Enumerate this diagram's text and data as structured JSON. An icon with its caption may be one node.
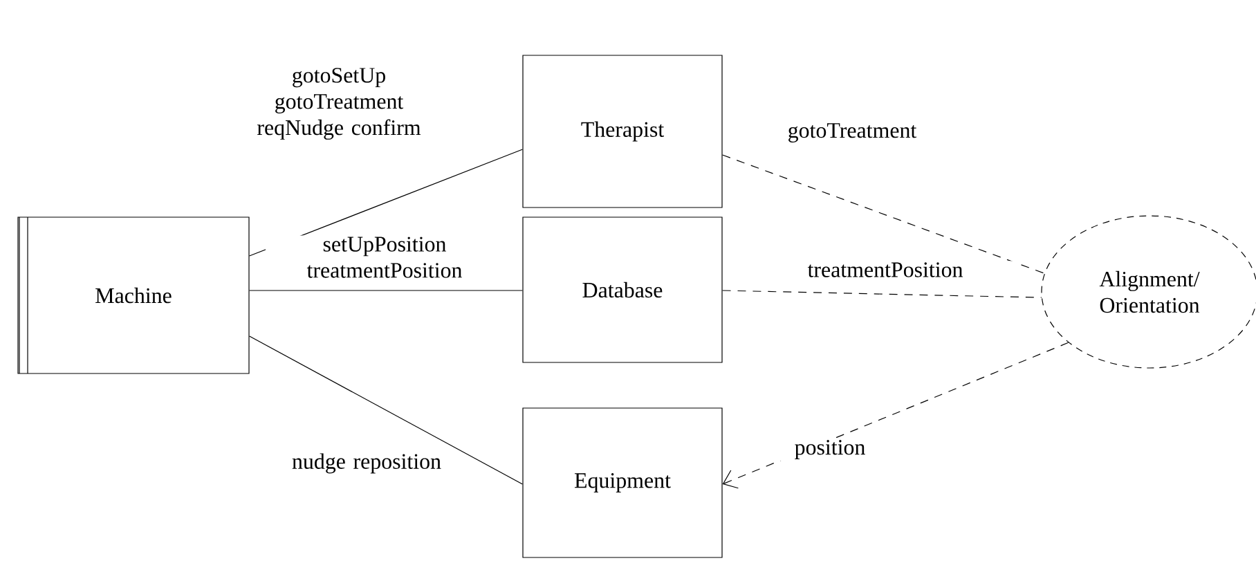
{
  "diagram": {
    "nodes": [
      {
        "text": [
          "Machine"
        ]
      },
      {
        "text": [
          "Therapist"
        ]
      },
      {
        "text": [
          "Database"
        ]
      },
      {
        "text": [
          "Equipment"
        ]
      },
      {
        "text": [
          "Alignment/ Orientation"
        ]
      }
    ],
    "edges": [
      {
        "from": 0,
        "to": 1,
        "arrow": "none",
        "label": "gotoSetUp gotoTreatment reqNudge confirm"
      },
      {
        "from": 0,
        "to": 2,
        "arrow": "none",
        "label": "setUpPosition treatmentPosition"
      },
      {
        "from": 0,
        "to": 3,
        "arrow": "none",
        "label": "nudge reposition"
      },
      {
        "from": 1,
        "to": 4,
        "arrow": "none",
        "label": "gotoTreatment",
        "style": "dashed"
      },
      {
        "from": 2,
        "to": 4,
        "arrow": "none",
        "label": "treatmentPosition",
        "style": "dashed"
      },
      {
        "from": 4,
        "to": 3,
        "arrow": "to",
        "label": "position",
        "style": "dashed"
      }
    ]
  }
}
